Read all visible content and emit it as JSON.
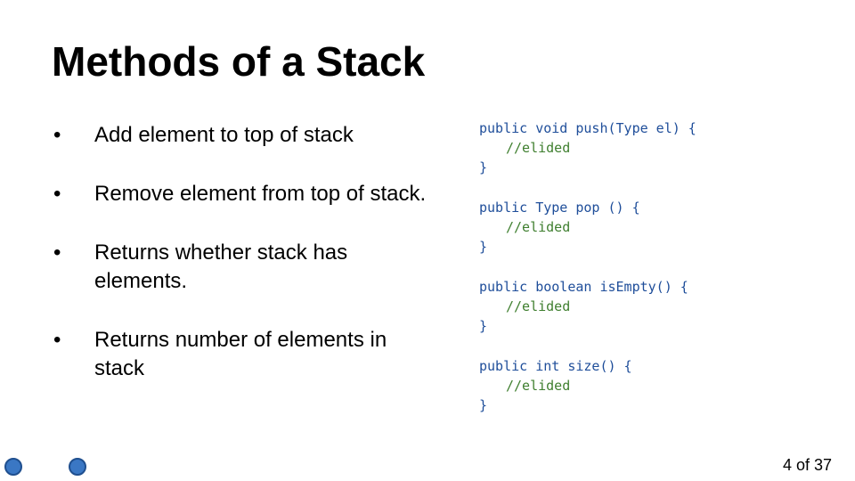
{
  "slide": {
    "title": "Methods of a Stack",
    "page_indicator": "4 of 37"
  },
  "bullet_glyph": "•",
  "bullets": [
    "Add element to top of stack",
    "Remove element from top of stack.",
    "Returns whether stack has elements.",
    "Returns number of elements in stack"
  ],
  "code_blocks": [
    {
      "signature": "public void push(Type el) {",
      "comment": "//elided",
      "close": "}"
    },
    {
      "signature": "public Type pop () {",
      "comment": "//elided",
      "close": "}"
    },
    {
      "signature": "public boolean isEmpty() {",
      "comment": "//elided",
      "close": "}"
    },
    {
      "signature": "public int size() {",
      "comment": "//elided",
      "close": "}"
    }
  ],
  "icons": {
    "prev": "circle-prev-icon",
    "next": "circle-next-icon"
  },
  "colors": {
    "code_keyword": "#1f4e9a",
    "code_comment": "#3f7f2f",
    "nav_button": "#3a77c4"
  }
}
